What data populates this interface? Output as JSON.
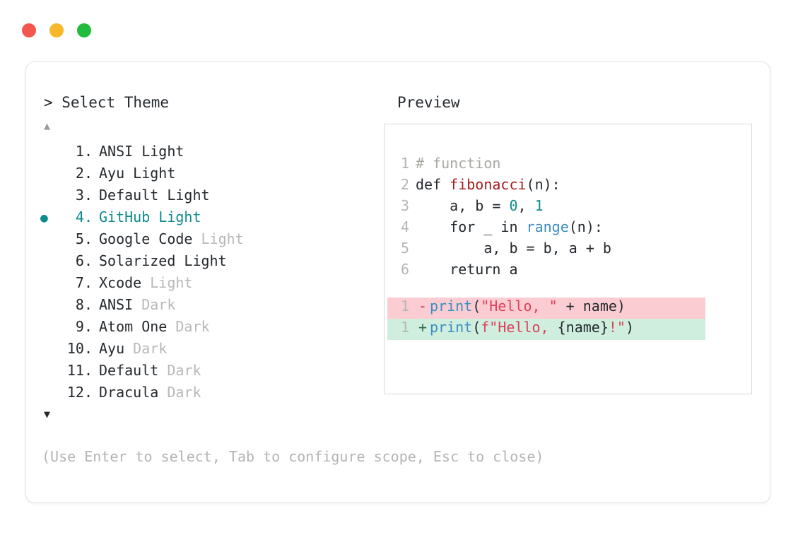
{
  "window": {
    "dots": [
      {
        "name": "close",
        "color": "#f2564f"
      },
      {
        "name": "minimize",
        "color": "#f6b82a"
      },
      {
        "name": "maximize",
        "color": "#22bc3c"
      }
    ]
  },
  "header": {
    "prompt_title": "> Select Theme",
    "preview_title": "Preview"
  },
  "scroll": {
    "up_arrow": "▲",
    "down_arrow": "▼"
  },
  "selection": {
    "bullet": "●",
    "selected_index": 4,
    "accent_color": "#0f8b8d"
  },
  "theme_list": [
    {
      "index": "1.",
      "name": "ANSI",
      "mode": " Light",
      "mode_muted": false,
      "selected": false
    },
    {
      "index": "2.",
      "name": "Ayu",
      "mode": " Light",
      "mode_muted": false,
      "selected": false
    },
    {
      "index": "3.",
      "name": "Default",
      "mode": " Light",
      "mode_muted": false,
      "selected": false
    },
    {
      "index": "4.",
      "name": "GitHub",
      "mode": " Light",
      "mode_muted": false,
      "selected": true
    },
    {
      "index": "5.",
      "name": "Google Code",
      "mode": " Light",
      "mode_muted": true,
      "selected": false
    },
    {
      "index": "6.",
      "name": "Solarized",
      "mode": " Light",
      "mode_muted": false,
      "selected": false
    },
    {
      "index": "7.",
      "name": "Xcode",
      "mode": " Light",
      "mode_muted": true,
      "selected": false
    },
    {
      "index": "8.",
      "name": "ANSI",
      "mode": " Dark",
      "mode_muted": true,
      "selected": false
    },
    {
      "index": "9.",
      "name": "Atom One",
      "mode": " Dark",
      "mode_muted": true,
      "selected": false
    },
    {
      "index": "10.",
      "name": "Ayu",
      "mode": " Dark",
      "mode_muted": true,
      "selected": false
    },
    {
      "index": "11.",
      "name": "Default",
      "mode": " Dark",
      "mode_muted": true,
      "selected": false
    },
    {
      "index": "12.",
      "name": "Dracula",
      "mode": " Dark",
      "mode_muted": true,
      "selected": false
    }
  ],
  "help": {
    "text": "(Use Enter to select, Tab to configure scope, Esc to close)"
  },
  "preview": {
    "code_lines": [
      {
        "ln": "1",
        "tokens": [
          {
            "t": "# function",
            "c": "comment"
          }
        ]
      },
      {
        "ln": "2",
        "tokens": [
          {
            "t": "def ",
            "c": "kw"
          },
          {
            "t": "fibonacci",
            "c": "fn"
          },
          {
            "t": "(n):",
            "c": "plain"
          }
        ]
      },
      {
        "ln": "3",
        "tokens": [
          {
            "t": "    a, b = ",
            "c": "plain"
          },
          {
            "t": "0",
            "c": "num"
          },
          {
            "t": ", ",
            "c": "plain"
          },
          {
            "t": "1",
            "c": "num"
          }
        ]
      },
      {
        "ln": "4",
        "tokens": [
          {
            "t": "    for _ in ",
            "c": "plain"
          },
          {
            "t": "range",
            "c": "builtin"
          },
          {
            "t": "(n):",
            "c": "plain"
          }
        ]
      },
      {
        "ln": "5",
        "tokens": [
          {
            "t": "        a, b = b, a + b",
            "c": "plain"
          }
        ]
      },
      {
        "ln": "6",
        "tokens": [
          {
            "t": "    return a",
            "c": "plain"
          }
        ]
      }
    ],
    "diff_lines": [
      {
        "ln": "1",
        "kind": "del",
        "sign": "-",
        "tokens": [
          {
            "t": "print",
            "c": "builtin"
          },
          {
            "t": "(",
            "c": "plain"
          },
          {
            "t": "\"Hello, \"",
            "c": "str"
          },
          {
            "t": " + name)",
            "c": "plain"
          }
        ]
      },
      {
        "ln": "1",
        "kind": "add",
        "sign": "+",
        "tokens": [
          {
            "t": "print",
            "c": "builtin"
          },
          {
            "t": "(",
            "c": "plain"
          },
          {
            "t": "f\"Hello, ",
            "c": "str"
          },
          {
            "t": "{name}",
            "c": "plain"
          },
          {
            "t": "!\"",
            "c": "str"
          },
          {
            "t": ")",
            "c": "plain"
          }
        ]
      }
    ]
  },
  "colors": {
    "diff_removed_bg": "#fbcdd2",
    "diff_added_bg": "#cfeede",
    "accent": "#0f8b8d",
    "text": "#24292e",
    "muted": "#b8b8b8"
  }
}
